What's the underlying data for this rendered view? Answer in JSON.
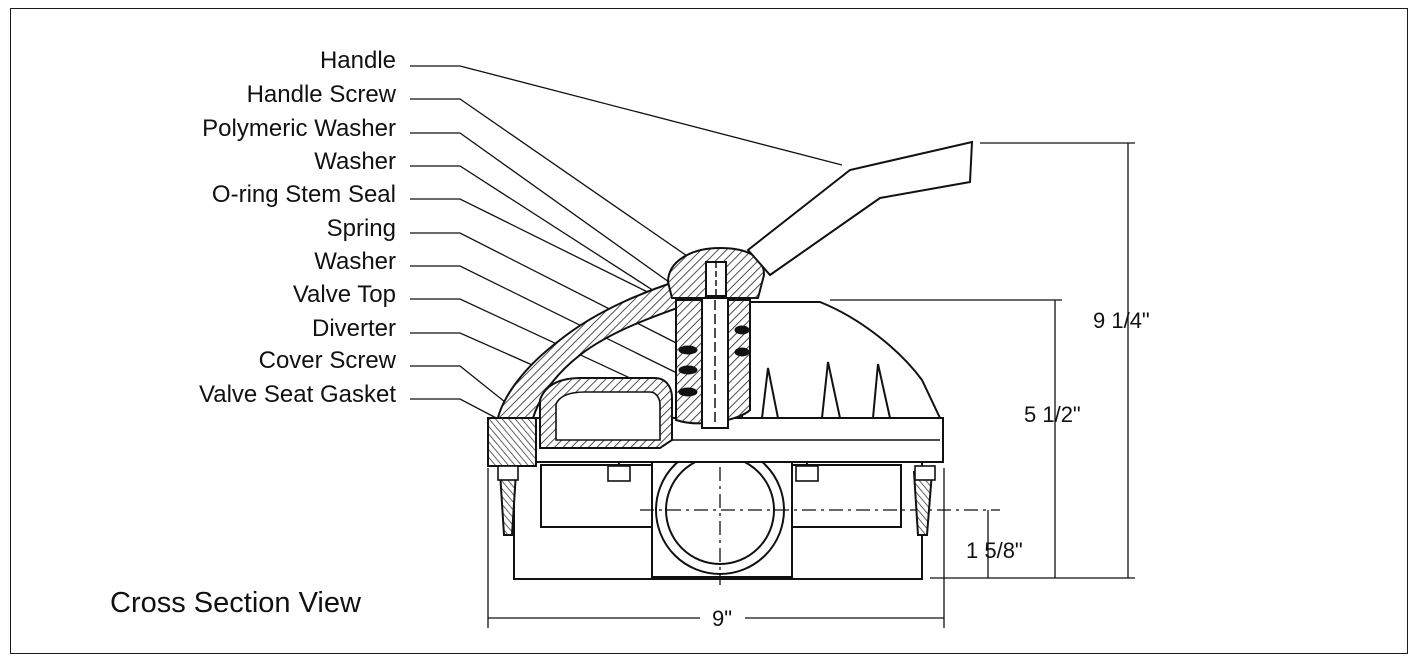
{
  "title": "Cross Section View",
  "callouts": [
    "Handle",
    "Handle Screw",
    "Polymeric Washer",
    "Washer",
    "O-ring Stem Seal",
    "Spring",
    "Washer",
    "Valve Top",
    "Diverter",
    "Cover Screw",
    "Valve Seat Gasket"
  ],
  "dimensions": {
    "overall_height": "9 1/4\"",
    "body_height": "5 1/2\"",
    "port_height": "1 5/8\"",
    "width": "9\""
  }
}
